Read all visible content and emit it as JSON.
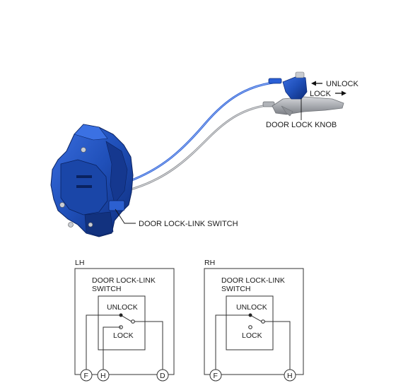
{
  "colors": {
    "actuator_blue": "#1f4fb8",
    "actuator_dark": "#0e2c7a",
    "cable_blue": "#2a5fd6",
    "handle_gray": "#a9acb1",
    "line": "#333333"
  },
  "callouts": {
    "unlock": "UNLOCK",
    "lock": "LOCK",
    "knob": "DOOR LOCK KNOB",
    "switch": "DOOR LOCK-LINK SWITCH"
  },
  "schematics": [
    {
      "side": "LH",
      "title_line1": "DOOR LOCK-LINK",
      "title_line2": "SWITCH",
      "unlock": "UNLOCK",
      "lock": "LOCK",
      "terminals": [
        "F",
        "H",
        "D"
      ]
    },
    {
      "side": "RH",
      "title_line1": "DOOR LOCK-LINK",
      "title_line2": "SWITCH",
      "unlock": "UNLOCK",
      "lock": "LOCK",
      "terminals": [
        "F",
        "H"
      ]
    }
  ]
}
